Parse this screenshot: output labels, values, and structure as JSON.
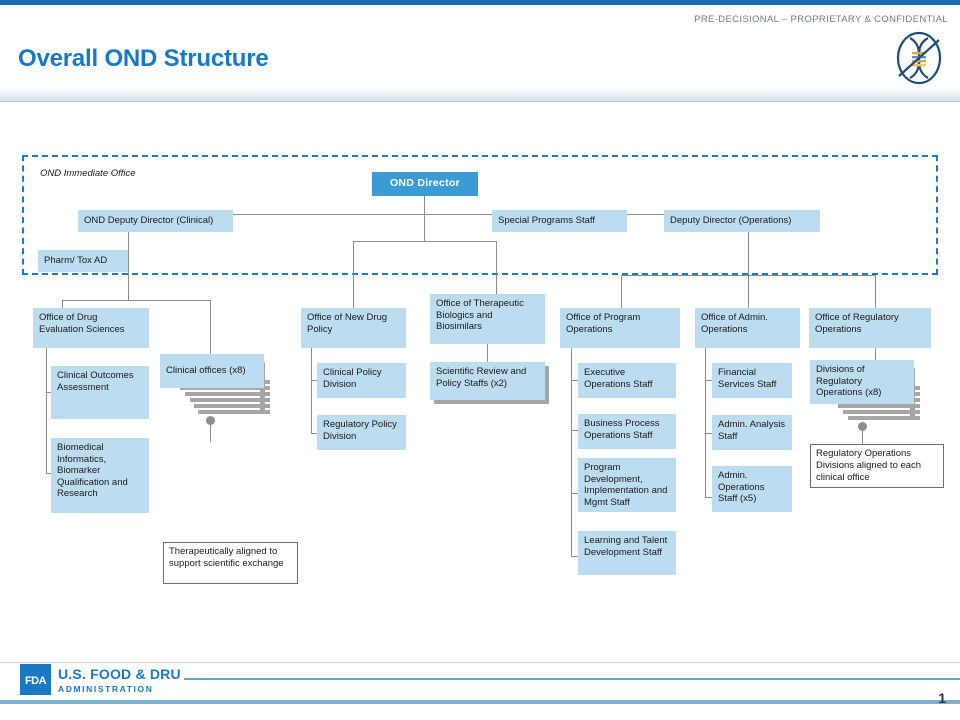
{
  "header": {
    "confidential_notice": "PRE-DECISIONAL  – PROPRIETARY  & CONFIDENTIAL",
    "title": "Overall OND Structure",
    "logo_icon": "dna-helix-icon"
  },
  "immediate_office": {
    "label": "OND Immediate Office",
    "director": "OND Director",
    "deputy_clinical": "OND Deputy Director (Clinical)",
    "pharm_tox": "Pharm/ Tox AD",
    "special_programs": "Special Programs Staff",
    "deputy_operations": "Deputy Director (Operations)"
  },
  "offices": [
    {
      "id": "drug-evaluation-sciences",
      "name": "Office of Drug Evaluation Sciences",
      "children": [
        "Clinical Outcomes Assessment",
        "Biomedical Informatics, Biomarker Qualification and Research"
      ]
    },
    {
      "id": "new-drug-policy",
      "name": "Office of New Drug Policy",
      "children": [
        "Clinical Policy Division",
        "Regulatory Policy Division"
      ]
    },
    {
      "id": "therapeutic-biologics",
      "name": "Office of Therapeutic Biologics and Biosimilars",
      "children": [
        "Scientific Review and Policy Staffs (x2)"
      ]
    },
    {
      "id": "program-operations",
      "name": "Office of Program Operations",
      "children": [
        "Executive Operations Staff",
        "Business Process Operations Staff",
        "Program Development, Implementation and Mgmt  Staff",
        "Learning and Talent Development Staff"
      ]
    },
    {
      "id": "admin-operations",
      "name": "Office of Admin. Operations",
      "children": [
        "Financial Services Staff",
        "Admin. Analysis Staff",
        "Admin. Operations Staff (x5)"
      ]
    },
    {
      "id": "regulatory-operations",
      "name": "Office of Regulatory Operations",
      "children": [
        "Divisions of Regulatory Operations (x8)"
      ]
    }
  ],
  "stacks": {
    "clinical_offices": "Clinical offices (x8)",
    "regulatory_divisions": "Divisions of Regulatory Operations (x8)"
  },
  "notes": {
    "clinical_offices_note": "Therapeutically aligned to support scientific exchange",
    "regulatory_divisions_note": "Regulatory Operations Divisions aligned to each clinical office"
  },
  "footer": {
    "agency_line1": "U.S. FOOD & DRUG",
    "agency_line2": "ADMINISTRATION",
    "agency_mark": "FDA",
    "page_number": "1"
  },
  "colors": {
    "accent_blue": "#1879c4",
    "top_rule": "#1b6cb0",
    "box_fill": "#bcddf0",
    "director_fill": "#3a9bd5",
    "connector": "#8d8d8d",
    "dashed_border": "#1f7ab5"
  }
}
